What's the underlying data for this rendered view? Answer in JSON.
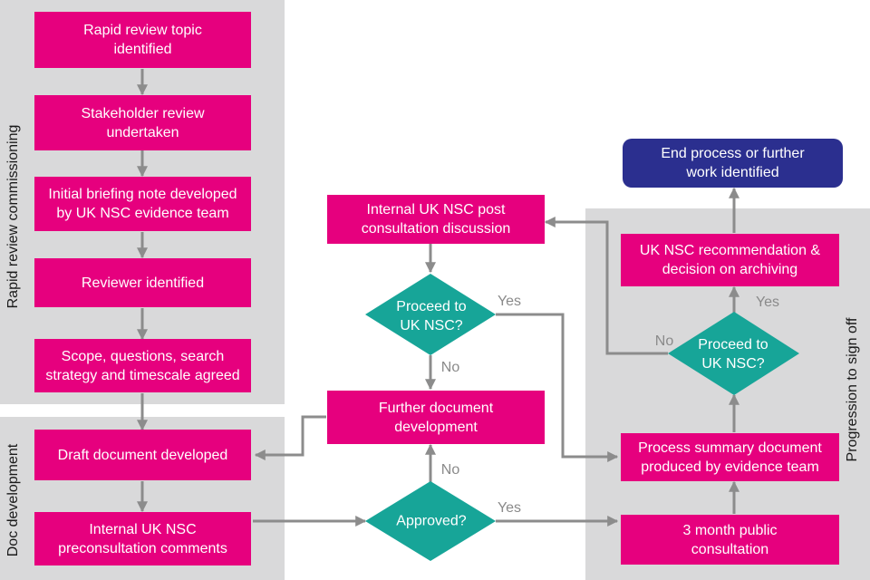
{
  "colors": {
    "process_box": "#e6007e",
    "decision": "#17a598",
    "end_box": "#2b2f8f",
    "panel": "#d9d9da",
    "connector": "#8c8c8c",
    "label": "#8a8a8a"
  },
  "sections": {
    "commissioning": "Rapid review commissioning",
    "doc_development": "Doc development",
    "sign_off": "Progression to sign off"
  },
  "nodes": {
    "topic": "Rapid review topic\nidentified",
    "stakeholder": "Stakeholder review\nundertaken",
    "briefing": "Initial briefing note developed\nby UK NSC evidence team",
    "reviewer": "Reviewer identified",
    "scope": "Scope, questions, search\nstrategy and timescale agreed",
    "draft": "Draft document developed",
    "precomments": "Internal UK NSC\npreconsultation comments",
    "internal_post": "Internal UK NSC post\nconsultation discussion",
    "proceed1": "Proceed to\nUK NSC?",
    "further": "Further document\ndevelopment",
    "approved": "Approved?",
    "end": "End process or further\nwork identified",
    "recommendation": "UK NSC recommendation &\ndecision on archiving",
    "proceed2": "Proceed to\nUK NSC?",
    "summary": "Process summary document\nproduced by evidence team",
    "public": "3 month public\nconsultation"
  },
  "edge_labels": {
    "proceed1_yes": "Yes",
    "proceed1_no": "No",
    "approved_no": "No",
    "approved_yes": "Yes",
    "proceed2_yes": "Yes",
    "proceed2_no": "No"
  }
}
